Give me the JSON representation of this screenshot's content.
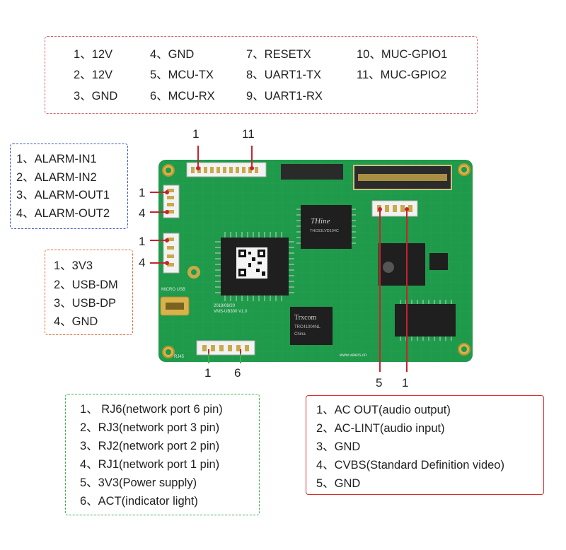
{
  "top_pins": [
    "1、12V",
    "2、12V",
    "3、GND",
    "4、GND",
    "5、MCU-TX",
    "6、MCU-RX",
    "7、RESETX",
    "8、UART1-TX",
    "9、UART1-RX",
    "10、MUC-GPIO1",
    "11、MUC-GPIO2"
  ],
  "alarm_pins": [
    "1、ALARM-IN1",
    "2、ALARM-IN2",
    "3、ALARM-OUT1",
    "4、ALARM-OUT2"
  ],
  "usb_pins": [
    "1、3V3",
    "2、USB-DM",
    "3、USB-DP",
    "4、GND"
  ],
  "rj_pins": [
    "1、 RJ6(network port 6 pin)",
    "2、RJ3(network port 3 pin)",
    "3、RJ2(network port 2 pin)",
    "4、RJ1(network port 1 pin)",
    "5、3V3(Power supply)",
    "6、ACT(indicator light)"
  ],
  "audio_pins": [
    "1、AC OUT(audio output)",
    "2、AC-LINT(audio input)",
    "3、GND",
    "4、CVBS(Standard Definition video)",
    "5、GND"
  ],
  "board_labels": {
    "top_conn_start": "1",
    "top_conn_end": "11",
    "alarm_start": "1",
    "alarm_end": "4",
    "usb_start": "1",
    "usb_end": "4",
    "rj_start": "1",
    "rj_end": "6",
    "audio_start": "5",
    "audio_end": "1"
  },
  "chip_text": {
    "thine": "THine",
    "thine_part": "THC63LVD104C",
    "trxcom": "Trxcom",
    "trxcom_part": "TRC41004NL",
    "trxcom_origin": "China",
    "website": "www.veiers.cn",
    "board_silk": "VMS-UB300 V1.0",
    "board_date": "2018/08/20",
    "micro_usb": "MICRO USB",
    "rj45": "RJ45"
  },
  "colors": {
    "pcb": "#1e9a4a",
    "pcb_dark": "#147a38",
    "chip": "#1f1f1f",
    "leader": "#c7232e"
  }
}
